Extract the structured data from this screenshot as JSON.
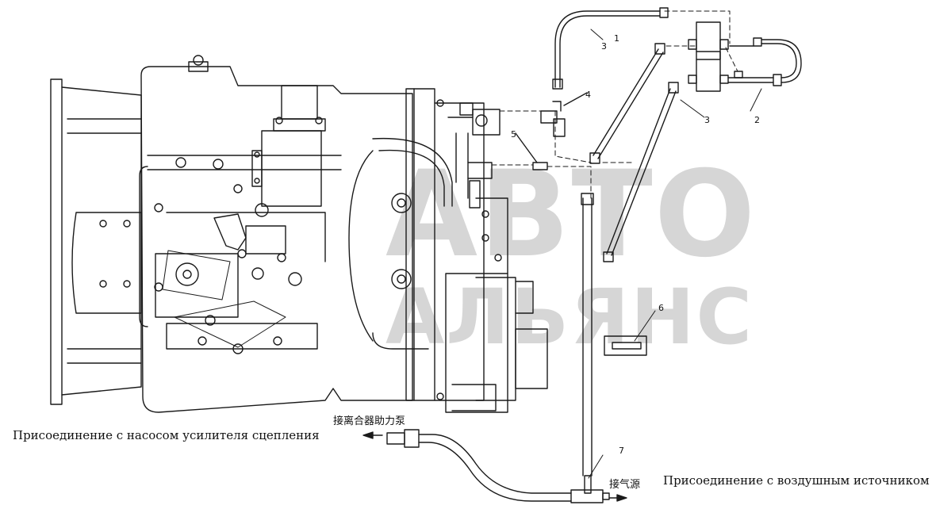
{
  "watermark": {
    "line1": "АВТО",
    "line2": "АЛЬЯНС"
  },
  "callouts": {
    "n1": "1",
    "n2": "2",
    "n3a": "3",
    "n3b": "3",
    "n4": "4",
    "n5": "5",
    "n6": "6",
    "n7": "7"
  },
  "labels": {
    "clutch_pump_ru": "Присоединение с насосом усилителя сцепления",
    "clutch_pump_cn": "接离合器助力泵",
    "air_source_ru": "Присоединение с воздушным источником",
    "air_source_cn": "接气源"
  },
  "colors": {
    "line": "#1a1a1a",
    "watermark": "#d6d6d6"
  }
}
